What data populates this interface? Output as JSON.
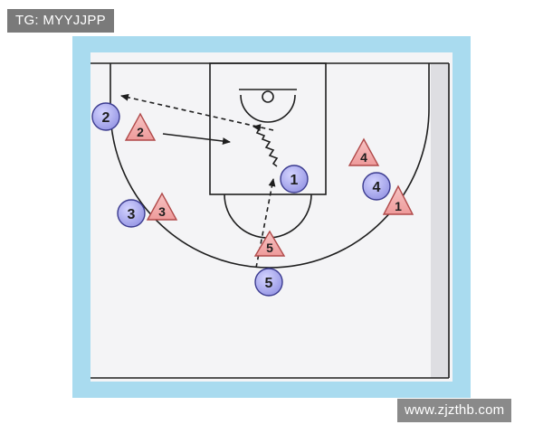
{
  "watermark_top": "TG: MYYJJPP",
  "watermark_bottom": "www.zjzthb.com",
  "colors": {
    "frame_bg": "#a9dbef",
    "court_bg": "#f4f4f6",
    "court_line": "#1e1e1e",
    "offense_fill": "#aaaaee",
    "defense_fill": "#f2a8a8"
  },
  "offense_players": [
    {
      "label": "2"
    },
    {
      "label": "1"
    },
    {
      "label": "4"
    },
    {
      "label": "3"
    },
    {
      "label": "5"
    }
  ],
  "defense_players": [
    {
      "label": "2"
    },
    {
      "label": "4"
    },
    {
      "label": "1"
    },
    {
      "label": "3"
    },
    {
      "label": "5"
    }
  ],
  "movements": [
    {
      "type": "pass",
      "from": "offense-1",
      "to": "offense-2"
    },
    {
      "type": "cut",
      "from": "defense-2",
      "to": "paint"
    },
    {
      "type": "dribble",
      "from": "offense-1",
      "to": "paint"
    },
    {
      "type": "cut",
      "from": "offense-5",
      "to": "offense-1"
    }
  ]
}
